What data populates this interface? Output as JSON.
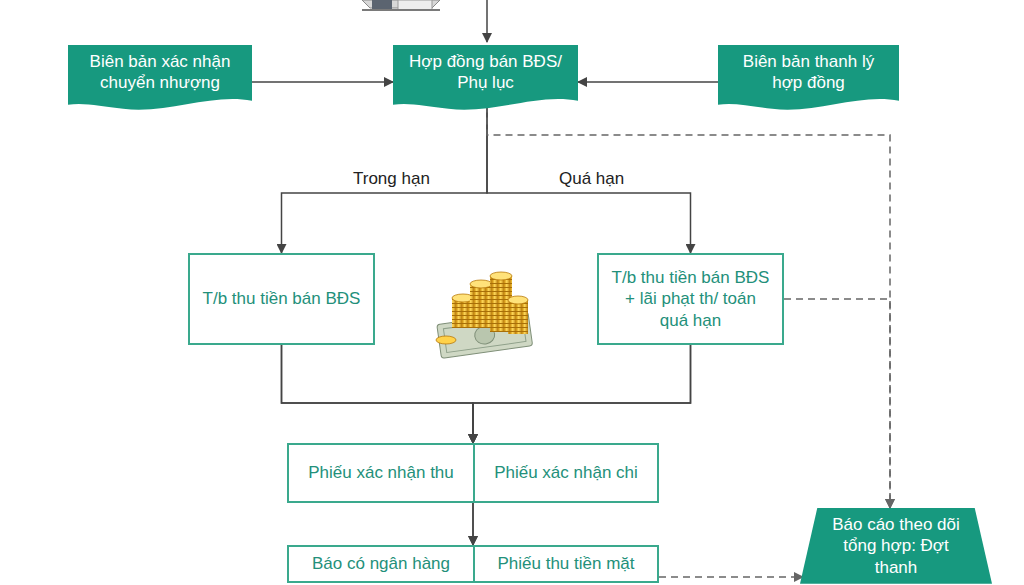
{
  "diagram": {
    "nodes": [
      {
        "text": [
          "Biên bản xác nhận chuyển nhượng"
        ]
      },
      {
        "text": [
          "Hợp đồng bán BĐS/ Phụ lục"
        ]
      },
      {
        "text": [
          "Biên bản thanh lý hợp đồng"
        ]
      },
      {
        "text": [
          "T/b thu tiền bán BĐS"
        ]
      },
      {
        "text": [
          "T/b thu tiền bán BĐS + lãi phạt th/ toán quá hạn"
        ]
      },
      {
        "text": [
          "Phiếu xác nhận thu"
        ]
      },
      {
        "text": [
          "Phiếu xác nhận chi"
        ]
      },
      {
        "text": [
          "Báo có ngân hàng"
        ]
      },
      {
        "text": [
          "Phiếu thu tiền mặt"
        ]
      },
      {
        "text": [
          "Báo cáo theo dõi tổng hợp: Đợt thanh"
        ]
      }
    ],
    "edges": [
      {
        "from": 0,
        "to": 1,
        "arrow": "to"
      },
      {
        "from": 2,
        "to": 1,
        "arrow": "to"
      },
      {
        "from": 1,
        "to": 3,
        "label": "Trong hạn",
        "arrow": "to"
      },
      {
        "from": 1,
        "to": 4,
        "label": "Quá hạn",
        "arrow": "to"
      },
      {
        "from": 1,
        "to": 9,
        "arrow": "to"
      },
      {
        "from": 4,
        "to": 9,
        "arrow": "to"
      },
      {
        "from": 3,
        "to": 5,
        "arrow": "to"
      },
      {
        "from": 3,
        "to": 6,
        "arrow": "to"
      },
      {
        "from": 4,
        "to": 5,
        "arrow": "to"
      },
      {
        "from": 4,
        "to": 6,
        "arrow": "to"
      },
      {
        "from": 5,
        "to": 7,
        "arrow": "to"
      },
      {
        "from": 6,
        "to": 8,
        "arrow": "to"
      },
      {
        "from": 8,
        "to": 9,
        "arrow": "to"
      }
    ]
  }
}
